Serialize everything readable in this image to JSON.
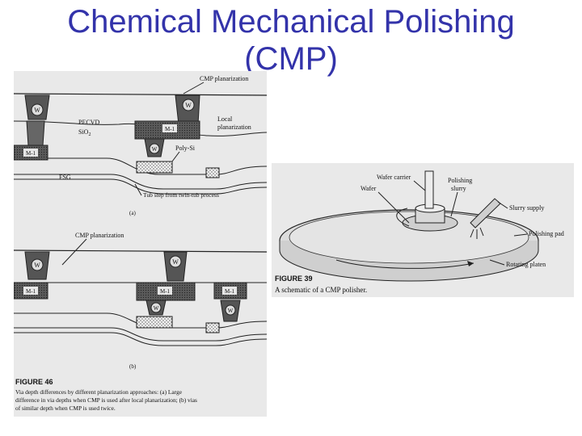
{
  "slide": {
    "title_line1": "Chemical Mechanical Polishing",
    "title_line2": "(CMP)"
  },
  "figure46": {
    "panel_a": {
      "cmp_label": "CMP planarization",
      "pecvd_label": "PECVD",
      "sio2_label": "SiO",
      "sio2_sub": "2",
      "local_label_line1": "Local",
      "local_label_line2": "planarization",
      "polysi_label": "Poly-Si",
      "fsg_label": "FSG",
      "tub_label": "Tub step from twin-tub process",
      "panel_letter": "(a)",
      "w_label": "W",
      "m1_label": "M-1"
    },
    "panel_b": {
      "cmp_label": "CMP planarization",
      "panel_letter": "(b)",
      "w_label": "W",
      "m1_label": "M-1"
    },
    "caption": {
      "title": "FIGURE 46",
      "line1": "Via depth differences by different planarization approaches: (a) Large",
      "line2": "difference in via depths when CMP is used after local planarization; (b) vias",
      "line3": "of similar depth when CMP is used twice."
    }
  },
  "figure39": {
    "labels": {
      "wafer_carrier": "Wafer carrier",
      "polishing_line1": "Polishing",
      "polishing_line2": "slurry",
      "wafer": "Wafer",
      "slurry_supply": "Slurry supply",
      "polishing_pad": "Polishing pad",
      "rotating_platen": "Rotating platen"
    },
    "caption": {
      "title": "FIGURE 39",
      "line1": "A schematic of a CMP polisher."
    }
  }
}
